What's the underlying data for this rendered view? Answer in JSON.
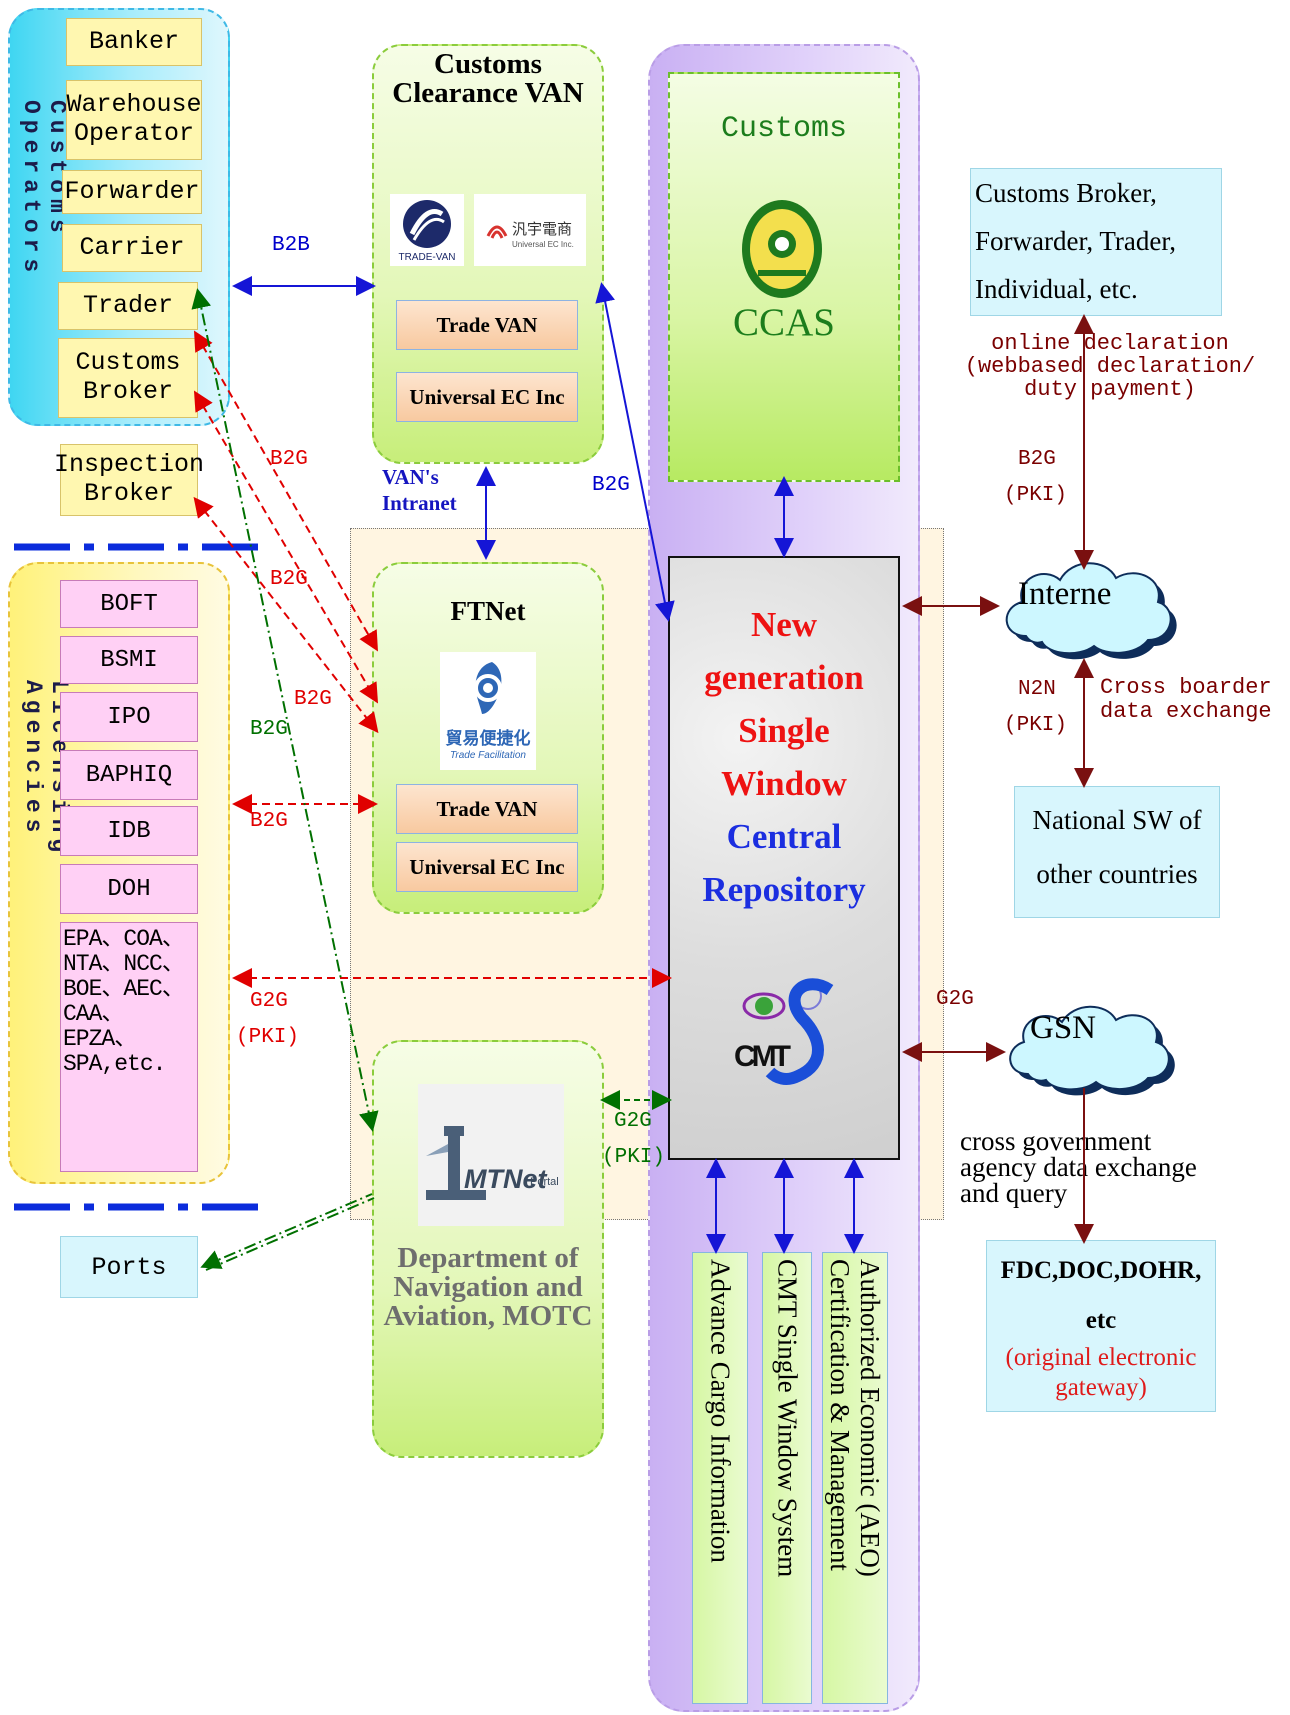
{
  "customs_operators": {
    "group_label": "Customs Operators",
    "items": [
      "Banker",
      "Warehouse Operator",
      "Forwarder",
      "Carrier",
      "Trader",
      "Customs Broker"
    ]
  },
  "inspection_broker": "Inspection Broker",
  "licensing_agencies": {
    "group_label": "Licensing Agencies",
    "items": [
      "BOFT",
      "BSMI",
      "IPO",
      "BAPHIQ",
      "IDB",
      "DOH"
    ],
    "others": "EPA、COA、NTA、NCC、BOE、AEC、CAA、EPZA、SPA,etc."
  },
  "ports": "Ports",
  "van": {
    "title": "Customs Clearance VAN",
    "logo1_text": "TRADE-VAN",
    "logo2_text": "汎宇電商",
    "logo2_sub": "Universal EC Inc.",
    "trade_van": "Trade VAN",
    "universal": "Universal EC Inc"
  },
  "vans_intranet": "VAN's Intranet",
  "ftnet": {
    "title": "FTNet",
    "logo_text": "貿易便捷化",
    "logo_sub": "Trade Facilitation",
    "trade_van": "Trade VAN",
    "universal": "Universal EC Inc"
  },
  "motc": {
    "title": "Department of Navigation and Aviation, MOTC",
    "logo_text": "MTNet",
    "logo_sub": "Portal"
  },
  "customs": {
    "label": "Customs",
    "system": "CCAS"
  },
  "central": {
    "line1": "New",
    "line2": "generation",
    "line3": "Single",
    "line4": "Window",
    "line5": "Central",
    "line6": "Repository",
    "logo_text": "CMT"
  },
  "bottom_systems": [
    "Advance Cargo Information",
    "CMT Single Window System",
    "Authorized Economic (AEO) Certification & Management"
  ],
  "brokers_box": [
    "Customs Broker,",
    "Forwarder, Trader,",
    "Individual, etc."
  ],
  "online_declaration": [
    "online declaration",
    "(webbased declaration/",
    "duty payment)"
  ],
  "internet": "Interne",
  "national_sw": [
    "National SW of",
    "other countries"
  ],
  "gsn": "GSN",
  "cross_gov": [
    "cross government",
    "agency data exchange",
    "and query"
  ],
  "fdc": {
    "line1": "FDC,DOC,DOHR,",
    "line2": "etc",
    "line3": "(original electronic",
    "line4": "gateway)"
  },
  "labels": {
    "b2b": "B2B",
    "b2g": "B2G",
    "g2g": "G2G",
    "pki": "(PKI)",
    "n2n": "N2N",
    "cross_border": [
      "Cross boarder",
      "data exchange"
    ]
  },
  "colors": {
    "blue_link": "#1515d6",
    "red_link": "#e00000",
    "green_link": "#007000",
    "maroon_link": "#7a1010"
  }
}
